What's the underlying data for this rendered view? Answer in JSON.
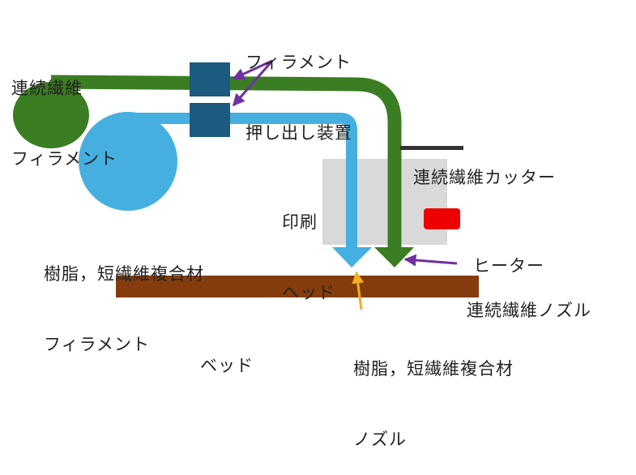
{
  "labels": {
    "continuous_fiber_filament": [
      "連続繊維",
      "フィラメント"
    ],
    "extruder": [
      "フィラメント",
      "押し出し装置"
    ],
    "cutter": "連続繊維カッター",
    "print_head": [
      "印刷",
      "ヘッド"
    ],
    "heater": "ヒーター",
    "resin_filament": [
      "樹脂，短繊維複合材",
      "フィラメント"
    ],
    "fiber_nozzle": "連続繊維ノズル",
    "bed": "ベッド",
    "resin_nozzle": [
      "樹脂，短繊維複合材",
      "ノズル"
    ]
  },
  "colors": {
    "fiber_green": "#3a7d22",
    "resin_blue": "#45b0e0",
    "extruder_navy": "#1d5a80",
    "print_head_gray": "#d9d9d9",
    "heater_red": "#ee0000",
    "cutter_dark": "#333333",
    "bed_brown": "#843c0c",
    "arrow_purple": "#7030a0",
    "arrow_orange": "#f0b020"
  }
}
